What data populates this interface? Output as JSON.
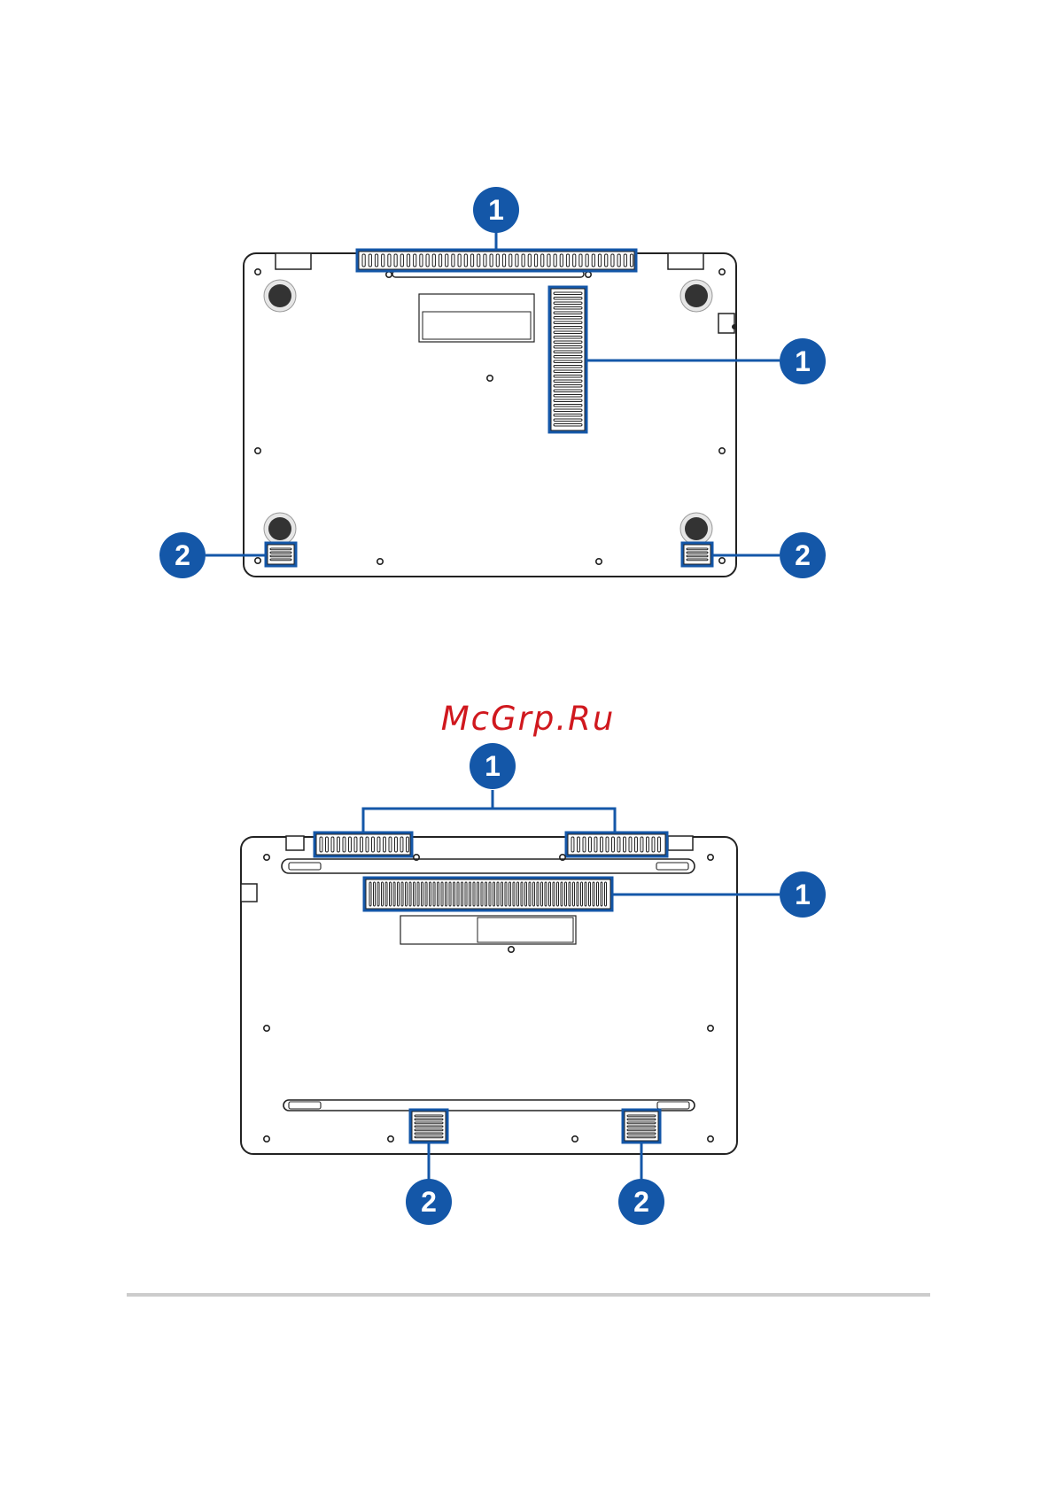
{
  "watermark": "McGrp.Ru",
  "colors": {
    "callout_fill": "#1457a8",
    "callout_text": "#ffffff",
    "highlight": "#1457a8",
    "outline": "#222222",
    "footer_rule": "#cccccc",
    "watermark": "#d0181e"
  },
  "diagram_top": {
    "callouts": [
      {
        "number": "1",
        "target": "top-air-vents"
      },
      {
        "number": "1",
        "target": "side-air-vents"
      },
      {
        "number": "2",
        "target": "left-speaker"
      },
      {
        "number": "2",
        "target": "right-speaker"
      }
    ]
  },
  "diagram_bottom": {
    "callouts": [
      {
        "number": "1",
        "target": "top-air-vents-pair"
      },
      {
        "number": "1",
        "target": "center-air-vents"
      },
      {
        "number": "2",
        "target": "left-speaker"
      },
      {
        "number": "2",
        "target": "right-speaker"
      }
    ]
  }
}
